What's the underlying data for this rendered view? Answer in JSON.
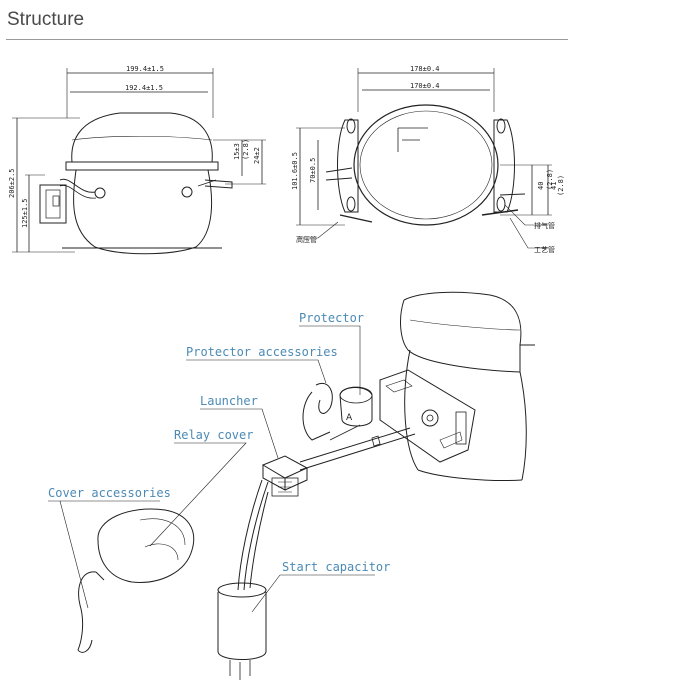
{
  "header": {
    "title": "Structure"
  },
  "front_view": {
    "dim_outer_width": "199.4±1.5",
    "dim_inner_width": "192.4±1.5",
    "dim_overall_height": "206±2.5",
    "dim_lower_height": "125±1.5",
    "dim_right_upper": "15±3",
    "dim_right_upper_sub": "(2.8)",
    "dim_right_side": "24±2"
  },
  "side_view": {
    "dim_outer_width": "178±0.4",
    "dim_inner_width": "170±0.4",
    "dim_left_height": "101.6±0.5",
    "dim_left_inner": "70±0.5",
    "dim_right_a": "40",
    "dim_right_a_sub": "(2.8)",
    "dim_right_b": "41",
    "dim_right_b_sub": "(2.8)",
    "small_label_left": "高压管",
    "small_label_right1": "排气管",
    "small_label_right2": "工艺管"
  },
  "exploded_view": {
    "labels": {
      "protector": "Protector",
      "protector_accessories": "Protector accessories",
      "launcher": "Launcher",
      "relay_cover": "Relay cover",
      "cover_accessories": "Cover accessories",
      "start_capacitor": "Start capacitor"
    },
    "terminal_letter": "A"
  },
  "colors": {
    "label": "#4c8ab5",
    "line": "#222222",
    "rule": "#9a9a9a"
  }
}
